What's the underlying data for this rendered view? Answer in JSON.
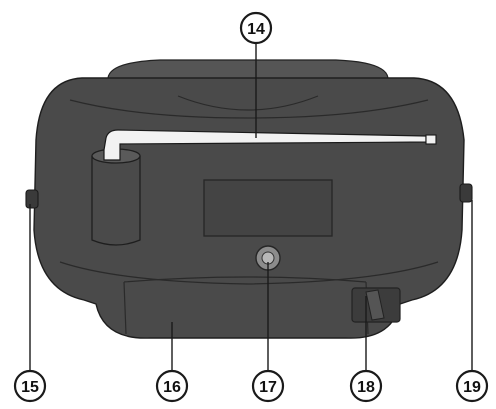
{
  "colors": {
    "body_fill": "#4a4a4a",
    "body_light": "#5a5a5a",
    "body_dark": "#333333",
    "antenna": "#f2f2f2",
    "outline": "#1a1a1a"
  },
  "callouts": {
    "c14": "14",
    "c15": "15",
    "c16": "16",
    "c17": "17",
    "c18": "18",
    "c19": "19"
  },
  "parts": {
    "antenna": "antenna-icon",
    "socket": "round-socket-icon",
    "compartment": "battery-compartment-icon"
  }
}
